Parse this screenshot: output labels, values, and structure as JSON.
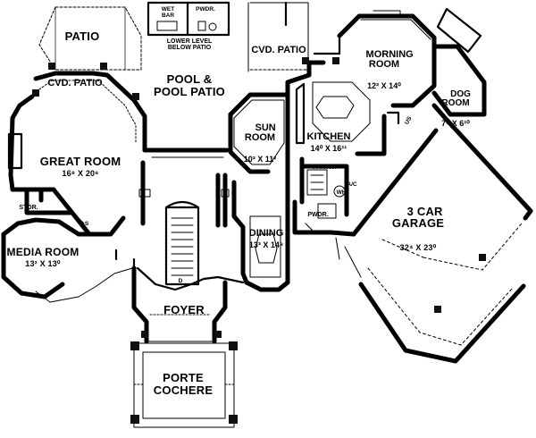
{
  "plan": {
    "rooms": [
      {
        "id": "patio",
        "name": "PATIO",
        "dims": ""
      },
      {
        "id": "wet-bar",
        "name": "WET\nBAR",
        "dims": ""
      },
      {
        "id": "pwdr-upper",
        "name": "PWDR.",
        "dims": ""
      },
      {
        "id": "lower-level",
        "name": "LOWER LEVEL\nBELOW PATIO",
        "dims": ""
      },
      {
        "id": "cvd-patio-right",
        "name": "CVD. PATIO",
        "dims": ""
      },
      {
        "id": "morning-room",
        "name": "MORNING\nROOM",
        "dims": "12² X 14⁰"
      },
      {
        "id": "dog-room",
        "name": "DOG\nROOM",
        "dims": "7⁶ X 6¹⁰"
      },
      {
        "id": "cvd-patio-left",
        "name": "CVD. PATIO",
        "dims": ""
      },
      {
        "id": "pool",
        "name": "POOL &\nPOOL PATIO",
        "dims": ""
      },
      {
        "id": "sun-room",
        "name": "SUN\nROOM",
        "dims": "10³ X 11²"
      },
      {
        "id": "kitchen",
        "name": "KITCHEN",
        "dims": "14⁰ X 16¹¹"
      },
      {
        "id": "great-room",
        "name": "GREAT ROOM",
        "dims": "16⁸ X 20⁶"
      },
      {
        "id": "stor",
        "name": "STOR.",
        "dims": ""
      },
      {
        "id": "pantry",
        "name": "PANTRY",
        "dims": ""
      },
      {
        "id": "ac",
        "name": "A/C",
        "dims": ""
      },
      {
        "id": "wh",
        "name": "WH",
        "dims": ""
      },
      {
        "id": "pwdr-lower",
        "name": "PWDR.",
        "dims": ""
      },
      {
        "id": "garage",
        "name": "3 CAR\nGARAGE",
        "dims": "32⁴ X 23⁰"
      },
      {
        "id": "dining",
        "name": "DINING",
        "dims": "13³ X 14⁸"
      },
      {
        "id": "media-room",
        "name": "MEDIA ROOM",
        "dims": "13² X 13⁰"
      },
      {
        "id": "foyer",
        "name": "FOYER",
        "dims": ""
      },
      {
        "id": "porte-cochere",
        "name": "PORTE\nCOCHERE",
        "dims": ""
      }
    ],
    "annotations": {
      "stair_mark": "D",
      "entry_mark": "S",
      "ramp_mark": "US"
    },
    "colors": {
      "ink": "#000000",
      "paper": "#ffffff"
    }
  }
}
